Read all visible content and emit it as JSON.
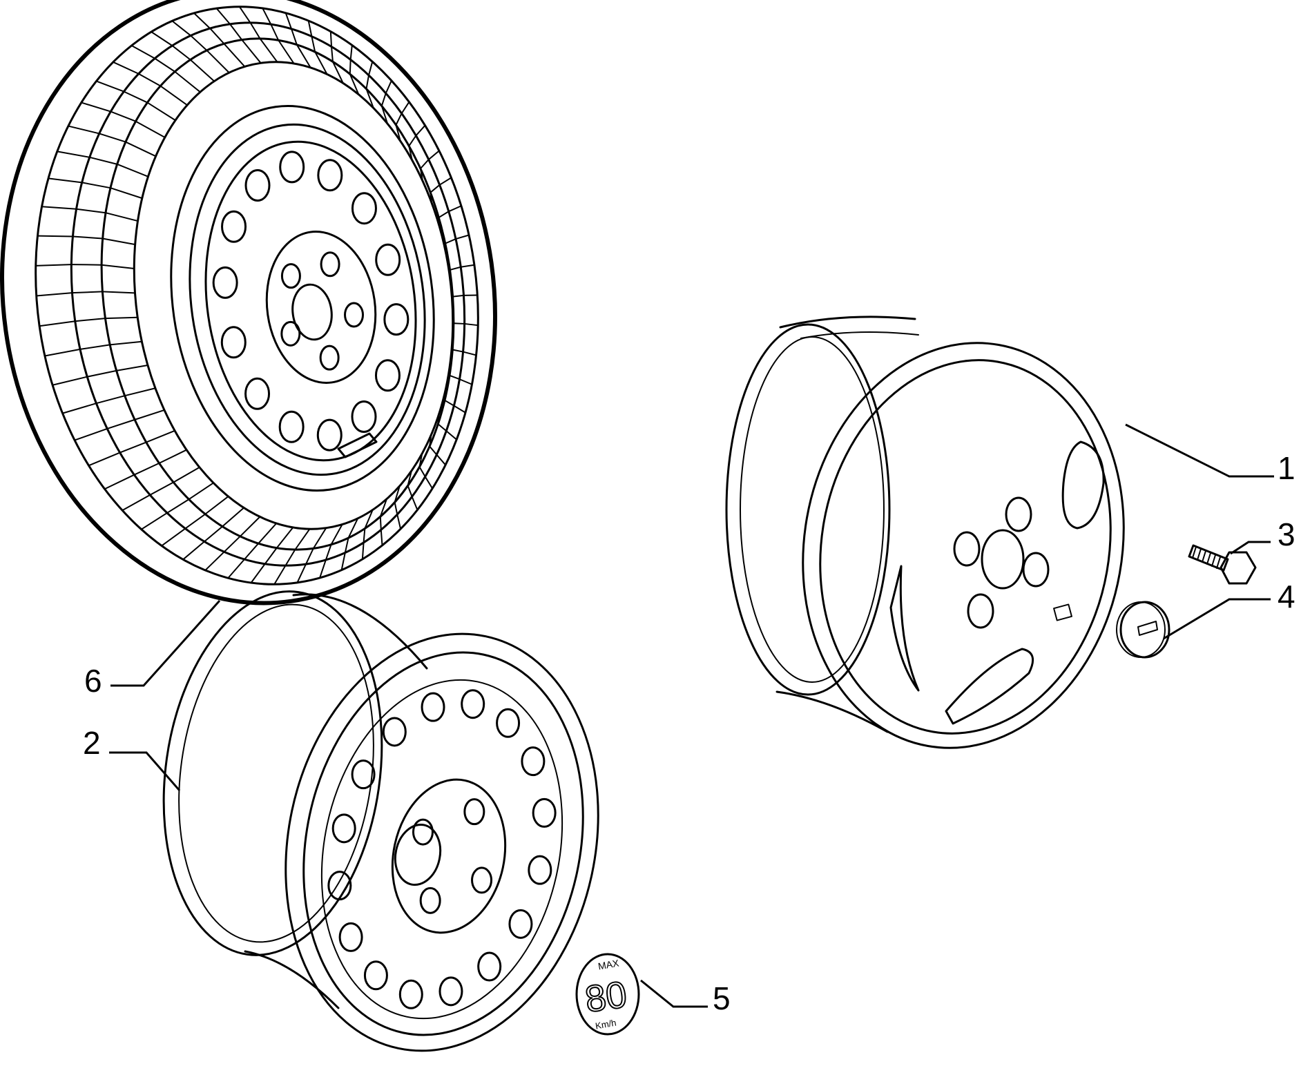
{
  "callouts": [
    {
      "id": "1",
      "label": "1",
      "part": "alloy-wheel"
    },
    {
      "id": "2",
      "label": "2",
      "part": "steel-wheel"
    },
    {
      "id": "3",
      "label": "3",
      "part": "wheel-bolt"
    },
    {
      "id": "4",
      "label": "4",
      "part": "center-cap"
    },
    {
      "id": "5",
      "label": "5",
      "part": "speed-limit-decal"
    },
    {
      "id": "6",
      "label": "6",
      "part": "spare-wheel-with-tire"
    }
  ],
  "decal": {
    "top": "MAX",
    "value": "80",
    "unit": "Km/h"
  },
  "colors": {
    "ink": "#000000",
    "paper": "#ffffff"
  }
}
